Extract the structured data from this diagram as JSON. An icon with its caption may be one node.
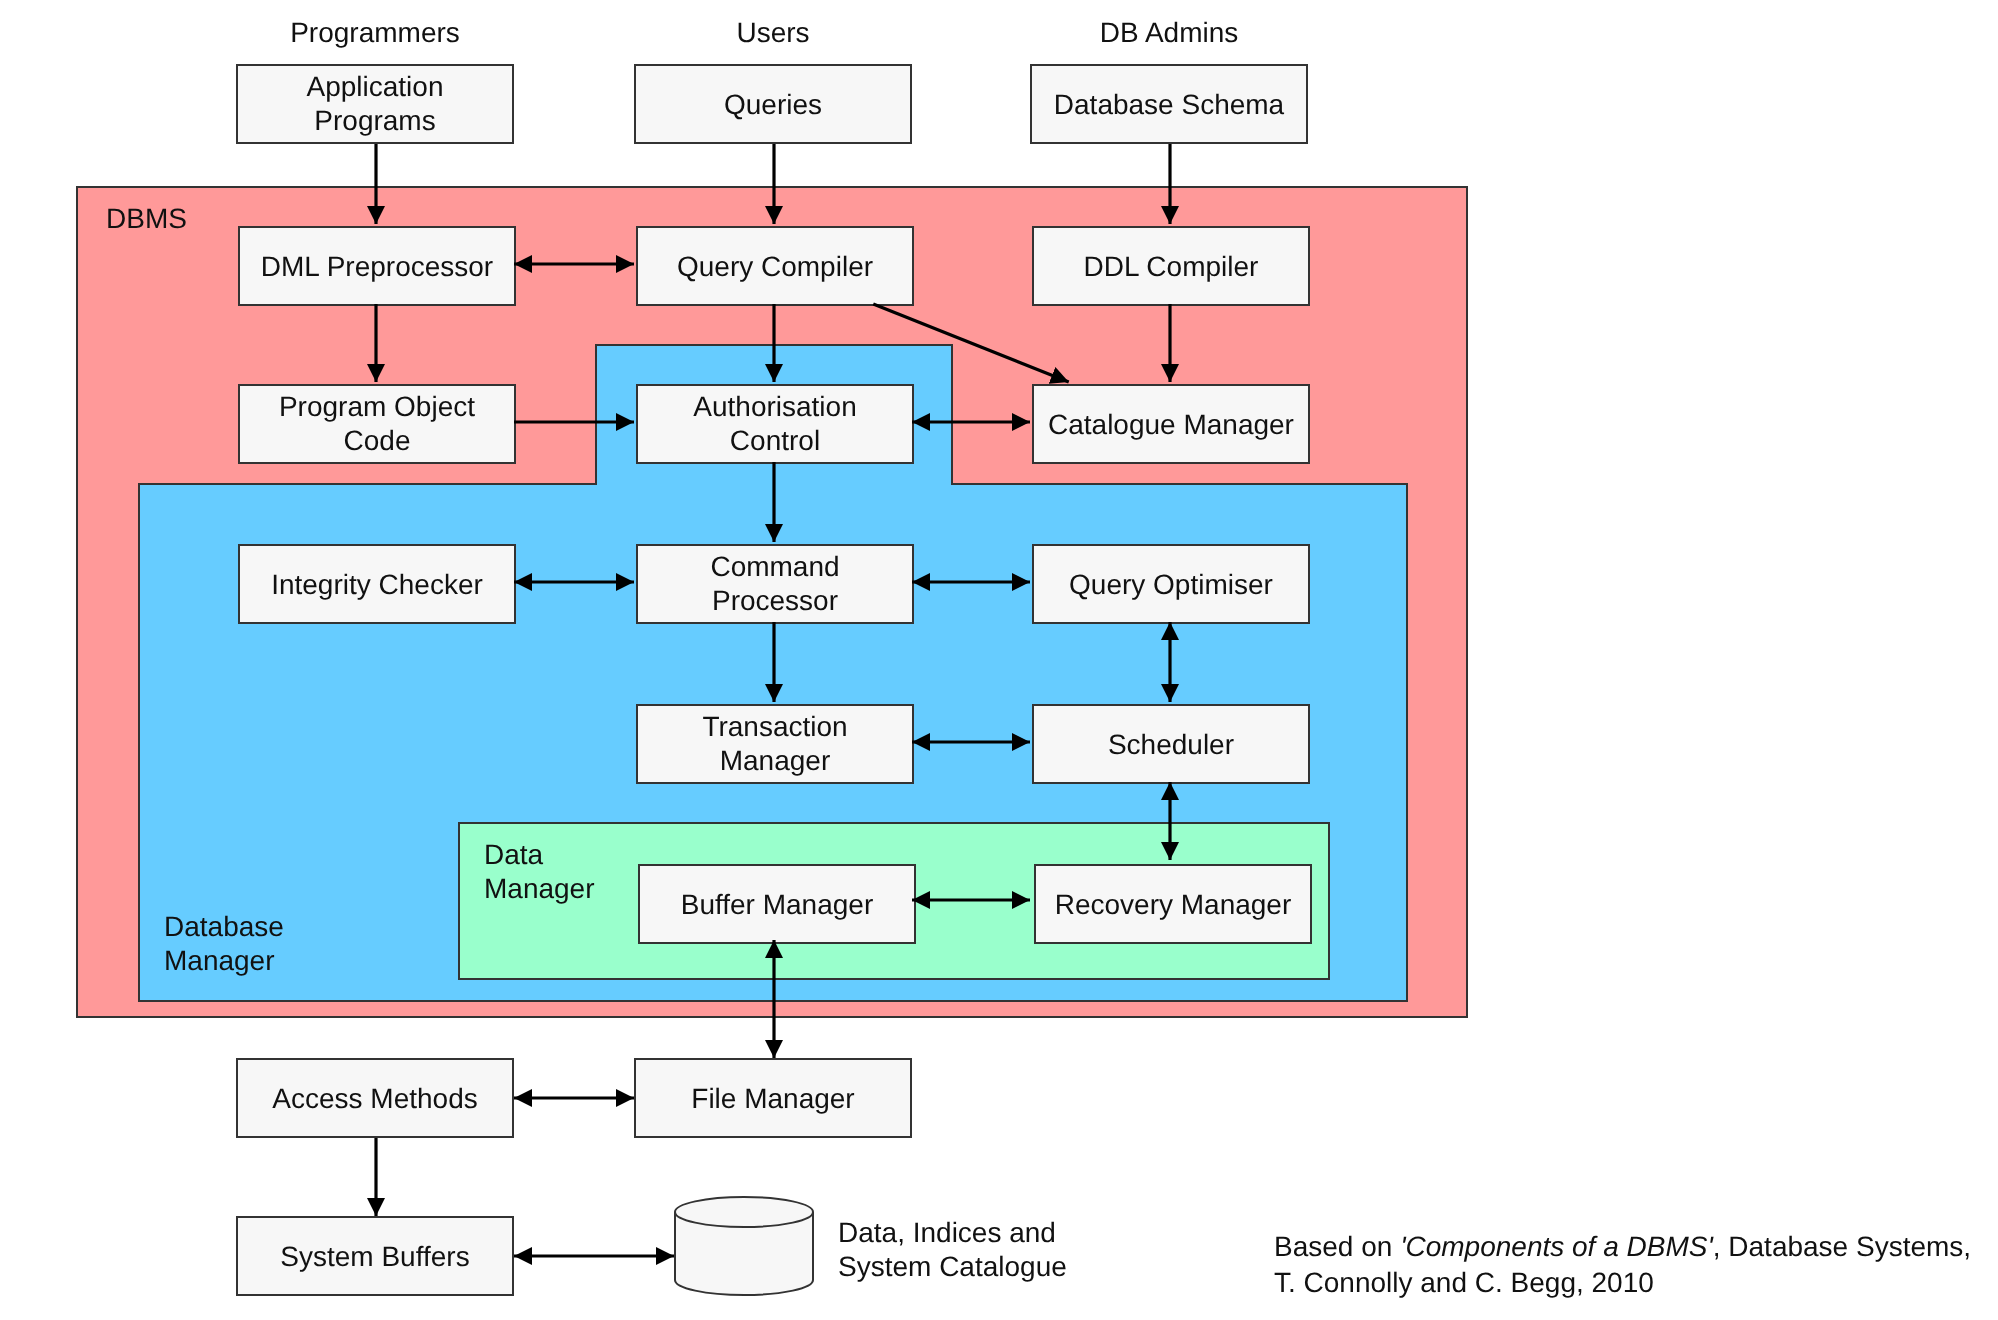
{
  "diagram": {
    "caption": "Based on *'Components of a DBMS'*, Database Systems, T. Connolly and C. Begg, 2010",
    "nodes": [
      {
        "text": [
          "Application Programs"
        ],
        "beside": [
          "Programmers"
        ]
      },
      {
        "text": [
          "Queries"
        ],
        "beside": [
          "Users"
        ]
      },
      {
        "text": [
          "Database Schema"
        ],
        "beside": [
          "DB Admins"
        ]
      },
      {
        "text": [
          "DBMS"
        ]
      },
      {
        "text": [
          "DML Preprocessor"
        ],
        "in": 3
      },
      {
        "text": [
          "Query Compiler"
        ],
        "in": 3
      },
      {
        "text": [
          "DDL Compiler"
        ],
        "in": 3
      },
      {
        "text": [
          "Program Object Code"
        ],
        "in": 3
      },
      {
        "text": [
          "Database Manager"
        ],
        "in": 3
      },
      {
        "text": [
          "Authorisation Control"
        ],
        "in": 8
      },
      {
        "text": [
          "Catalogue Manager"
        ],
        "in": 3
      },
      {
        "text": [
          "Integrity Checker"
        ],
        "in": 8
      },
      {
        "text": [
          "Command Processor"
        ],
        "in": 8
      },
      {
        "text": [
          "Query Optimiser"
        ],
        "in": 8
      },
      {
        "text": [
          "Transaction Manager"
        ],
        "in": 8
      },
      {
        "text": [
          "Scheduler"
        ],
        "in": 8
      },
      {
        "text": [
          "Data Manager"
        ],
        "in": 8
      },
      {
        "text": [
          "Buffer Manager"
        ],
        "in": 16
      },
      {
        "text": [
          "Recovery Manager"
        ],
        "in": 16
      },
      {
        "text": [
          "Access Methods"
        ]
      },
      {
        "text": [
          "File Manager"
        ]
      },
      {
        "text": [
          "System Buffers"
        ]
      },
      {
        "text": [],
        "shape": "cylinder",
        "beside": [
          "Data, Indices and System Catalogue"
        ]
      }
    ],
    "edges": [
      {
        "from": 0,
        "to": 4,
        "arrow": "to"
      },
      {
        "from": 1,
        "to": 5,
        "arrow": "to"
      },
      {
        "from": 2,
        "to": 6,
        "arrow": "to"
      },
      {
        "from": 4,
        "to": 5,
        "arrow": "both"
      },
      {
        "from": 4,
        "to": 7,
        "arrow": "to"
      },
      {
        "from": 5,
        "to": 9,
        "arrow": "to"
      },
      {
        "from": 5,
        "to": 10,
        "arrow": "to"
      },
      {
        "from": 6,
        "to": 10,
        "arrow": "to"
      },
      {
        "from": 7,
        "to": 9,
        "arrow": "to"
      },
      {
        "from": 9,
        "to": 10,
        "arrow": "both"
      },
      {
        "from": 9,
        "to": 12,
        "arrow": "to"
      },
      {
        "from": 11,
        "to": 12,
        "arrow": "both"
      },
      {
        "from": 12,
        "to": 13,
        "arrow": "both"
      },
      {
        "from": 12,
        "to": 14,
        "arrow": "to"
      },
      {
        "from": 13,
        "to": 15,
        "arrow": "both"
      },
      {
        "from": 14,
        "to": 15,
        "arrow": "both"
      },
      {
        "from": 15,
        "to": 18,
        "arrow": "both"
      },
      {
        "from": 17,
        "to": 18,
        "arrow": "both"
      },
      {
        "from": 20,
        "to": 17,
        "arrow": "both"
      },
      {
        "from": 19,
        "to": 20,
        "arrow": "both"
      },
      {
        "from": 19,
        "to": 21,
        "arrow": "to"
      },
      {
        "from": 21,
        "to": 22,
        "arrow": "both"
      }
    ]
  }
}
